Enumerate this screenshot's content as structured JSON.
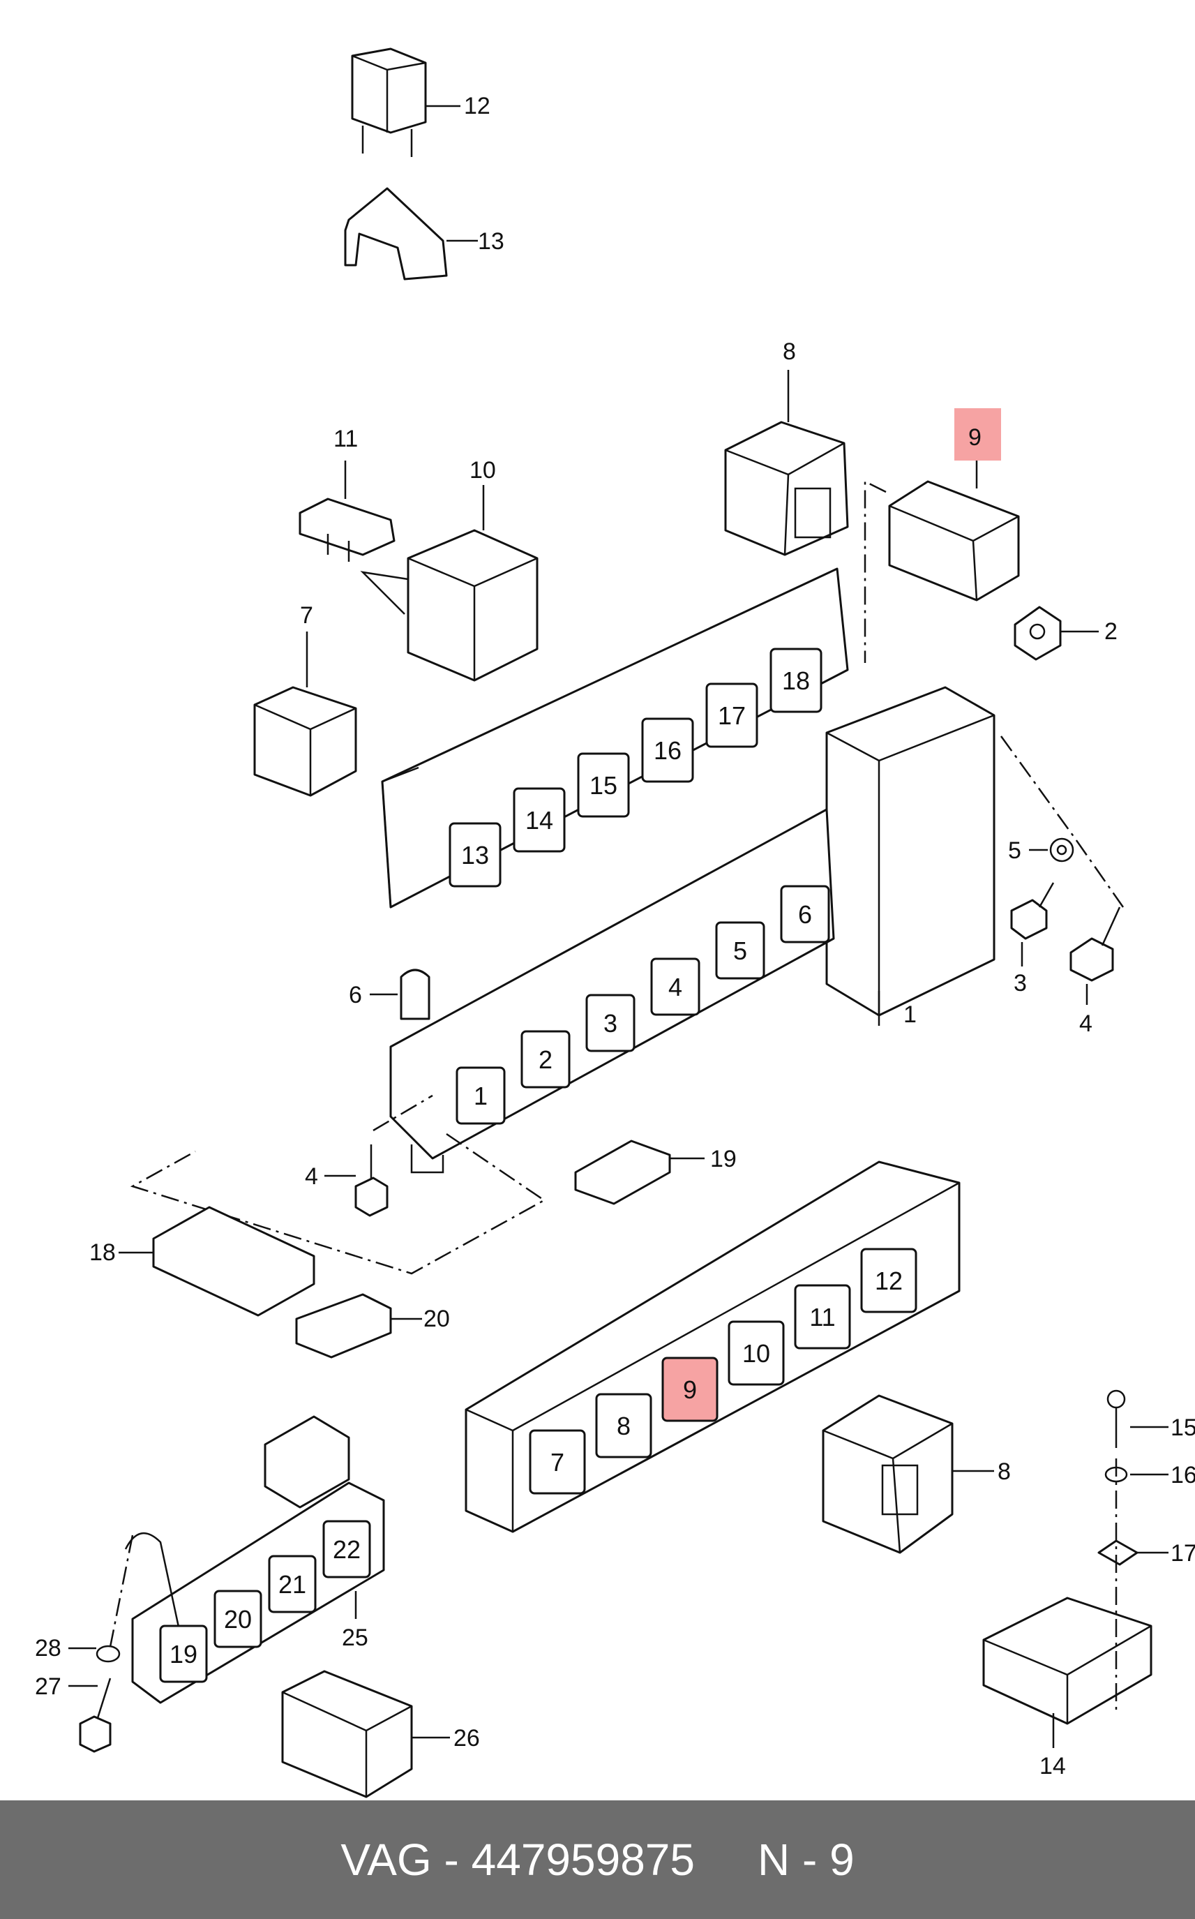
{
  "diagram": {
    "highlight_color": "#f6a3a3",
    "callouts": [
      {
        "id": "c12",
        "text": "12"
      },
      {
        "id": "c13",
        "text": "13"
      },
      {
        "id": "c8a",
        "text": "8"
      },
      {
        "id": "c9a",
        "text": "9",
        "highlighted": true
      },
      {
        "id": "c11",
        "text": "11"
      },
      {
        "id": "c10",
        "text": "10"
      },
      {
        "id": "c2",
        "text": "2"
      },
      {
        "id": "c7",
        "text": "7"
      },
      {
        "id": "c5",
        "text": "5"
      },
      {
        "id": "c3",
        "text": "3"
      },
      {
        "id": "c4a",
        "text": "4"
      },
      {
        "id": "c1",
        "text": "1"
      },
      {
        "id": "c6",
        "text": "6"
      },
      {
        "id": "c4b",
        "text": "4"
      },
      {
        "id": "c19",
        "text": "19"
      },
      {
        "id": "c18",
        "text": "18"
      },
      {
        "id": "c20",
        "text": "20"
      },
      {
        "id": "c8b",
        "text": "8"
      },
      {
        "id": "c15",
        "text": "15"
      },
      {
        "id": "c16",
        "text": "16"
      },
      {
        "id": "c17",
        "text": "17"
      },
      {
        "id": "c14",
        "text": "14"
      },
      {
        "id": "c25",
        "text": "25"
      },
      {
        "id": "c28",
        "text": "28"
      },
      {
        "id": "c27",
        "text": "27"
      },
      {
        "id": "c26",
        "text": "26"
      }
    ],
    "upper_rear_slots": [
      "13",
      "14",
      "15",
      "16",
      "17",
      "18"
    ],
    "front_strip_slots": [
      "1",
      "2",
      "3",
      "4",
      "5",
      "6"
    ],
    "lower_slots": [
      "7",
      "8",
      "9",
      "10",
      "11",
      "12"
    ],
    "bracket_slots": [
      "19",
      "20",
      "21",
      "22"
    ]
  },
  "footer": {
    "part_number": "VAG - 447959875",
    "position": "N - 9"
  }
}
